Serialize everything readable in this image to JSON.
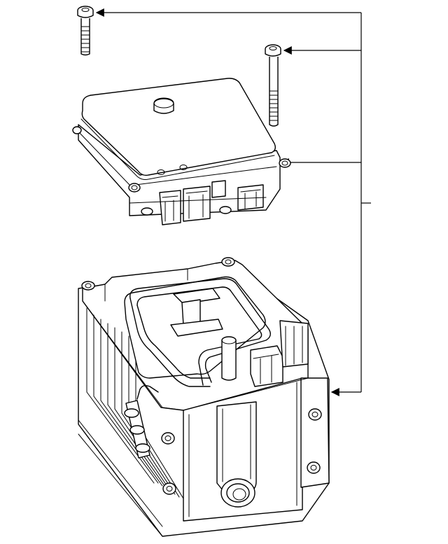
{
  "diagram": {
    "parts": [
      {
        "id": "bolt-short",
        "label": ""
      },
      {
        "id": "bolt-long",
        "label": ""
      },
      {
        "id": "control-module",
        "label": ""
      },
      {
        "id": "battery-housing",
        "label": ""
      }
    ],
    "callout_targets": 4,
    "line_color": "#000000",
    "background": "#ffffff"
  }
}
